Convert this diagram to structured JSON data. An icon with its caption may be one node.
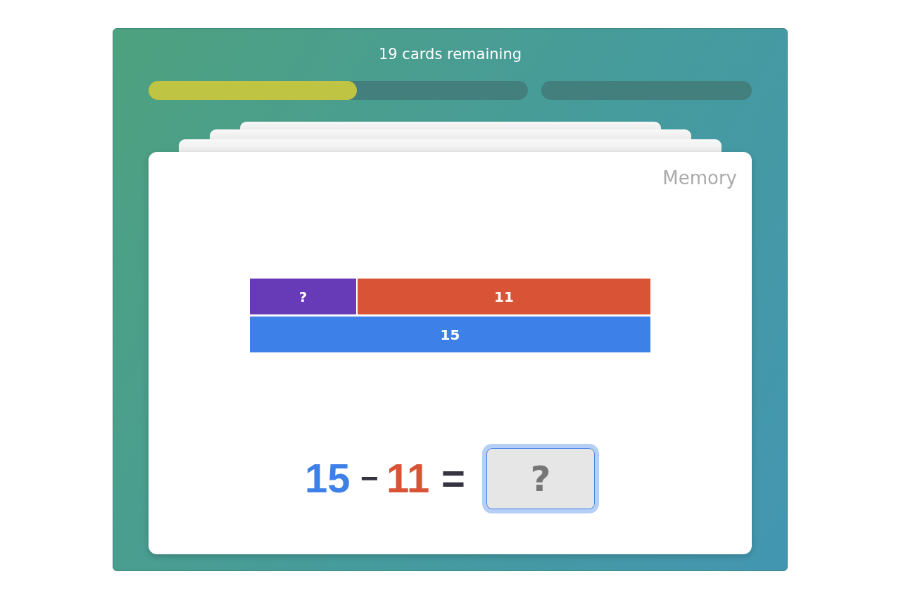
{
  "diagram": {
    "nodes": [
      {
        "text": [
          "19 cards remaining"
        ]
      },
      {
        "text": [],
        "shape": "bar",
        "in": 0
      },
      {
        "text": [],
        "shape": "bar",
        "in": 1
      },
      {
        "text": [],
        "shape": "bar",
        "in": 0
      },
      {
        "text": [],
        "shape": "box",
        "in": 0
      },
      {
        "text": [],
        "shape": "box",
        "in": 0
      },
      {
        "text": [],
        "shape": "box",
        "in": 0
      },
      {
        "text": [
          "Memory"
        ],
        "in": 0
      },
      {
        "text": [
          "?"
        ],
        "in": 7
      },
      {
        "text": [
          "11"
        ],
        "in": 7
      },
      {
        "text": [
          "15"
        ],
        "in": 7
      },
      {
        "text": [
          "?"
        ],
        "in": 7
      }
    ],
    "labels": [
      "15",
      "−",
      "11",
      "="
    ]
  }
}
